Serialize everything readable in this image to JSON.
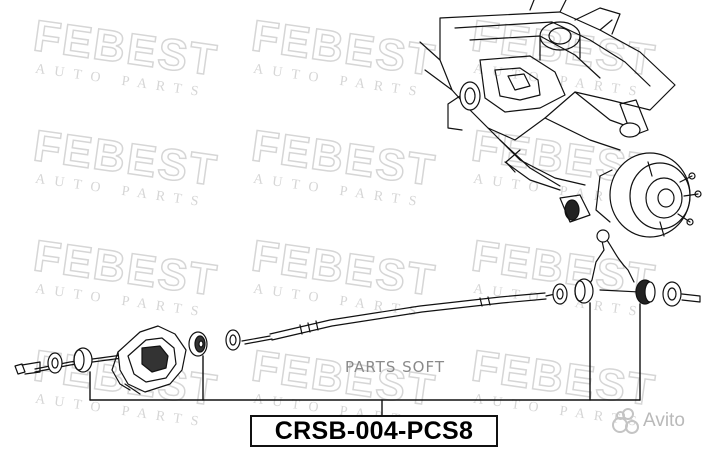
{
  "watermark": {
    "brand": "FEBEST",
    "tagline": "AUTO PARTS",
    "color": "#d6d6d6"
  },
  "part_label": "CRSB-004-PCS8",
  "overlay_text": "PARTS SOFT",
  "marketplace": {
    "name": "Avito",
    "icon": "avito-logo-icon"
  },
  "colors": {
    "line": "#111111",
    "background": "#ffffff"
  }
}
